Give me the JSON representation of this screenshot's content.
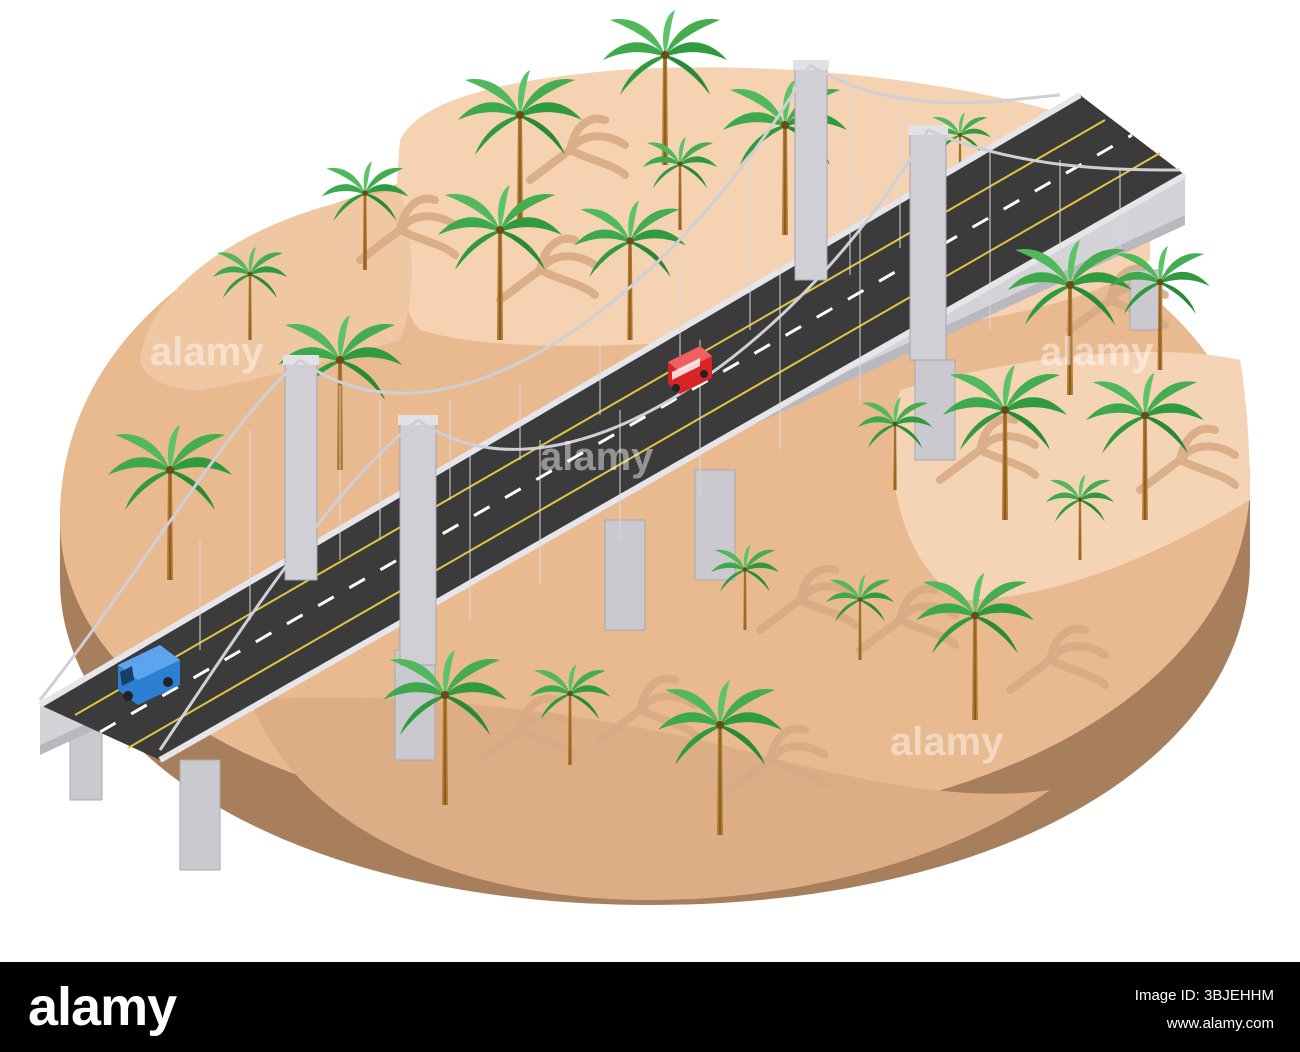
{
  "watermark": {
    "text": "alamy"
  },
  "footer": {
    "brand": "alamy",
    "image_id_label": "Image ID: 3BJEHHM",
    "site": "www.alamy.com"
  },
  "colors": {
    "sand_light": "#f1ccaa",
    "sand_mid": "#e9b98f",
    "sand_side": "#a77f5c",
    "road": "#3b3b3b",
    "pylon": "#c9c9cf",
    "palm_leaf": "#3ea84c",
    "palm_trunk": "#b07a32",
    "van": "#2d7fd4",
    "bus": "#d82424"
  },
  "vehicles": [
    {
      "name": "van",
      "color": "#2d7fd4"
    },
    {
      "name": "bus",
      "color": "#d82424"
    }
  ]
}
